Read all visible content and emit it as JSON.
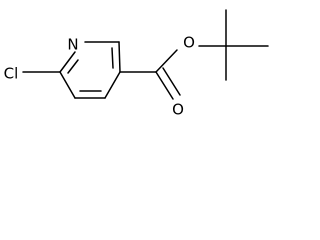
{
  "molecule": {
    "atoms": {
      "nitrogen": "N",
      "chlorine": "Cl",
      "ester_oxygen": "O",
      "carbonyl_oxygen": "O"
    }
  }
}
